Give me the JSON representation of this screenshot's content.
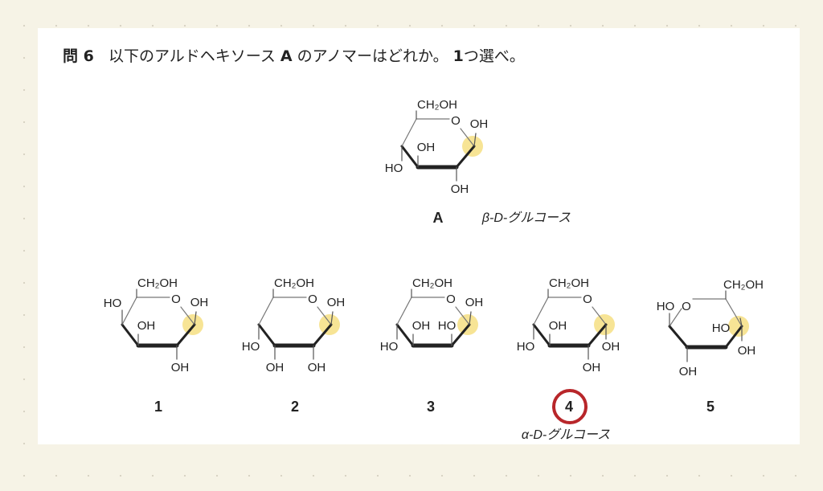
{
  "question": {
    "number": "問 6",
    "text_1": "以下のアルドヘキソース",
    "compound": "A",
    "text_2": "のアノマーはどれか。",
    "count": "1",
    "text_3": "つ選べ。"
  },
  "structure_a": {
    "label": "A",
    "annotation": "β-D-グルコース",
    "subs": [
      "CH₂OH",
      "OH",
      "OH",
      "HO",
      "OH"
    ]
  },
  "choices": [
    {
      "label": "1",
      "subs": [
        "CH₂OH",
        "HO",
        "OH",
        "OH",
        "OH"
      ],
      "ring_oxygen": "O"
    },
    {
      "label": "2",
      "subs": [
        "CH₂OH",
        "OH",
        "HO",
        "OH",
        "OH"
      ],
      "ring_oxygen": "O"
    },
    {
      "label": "3",
      "subs": [
        "CH₂OH",
        "OH",
        "OH",
        "HO",
        "HO"
      ],
      "ring_oxygen": "O"
    },
    {
      "label": "4",
      "subs": [
        "CH₂OH",
        "OH",
        "HO",
        "OH",
        "OH"
      ],
      "ring_oxygen": "O",
      "selected": true,
      "annotation": "α-D-グルコース"
    },
    {
      "label": "5",
      "subs": [
        "CH₂OH",
        "HO",
        "HO",
        "OH",
        "OH"
      ],
      "ring_oxygen": "O"
    }
  ],
  "ring_oxygen": "O",
  "colors": {
    "highlight": "#f3d65c",
    "answer_circle": "#b8262a",
    "annotation_ink": "#1f3f8f"
  }
}
